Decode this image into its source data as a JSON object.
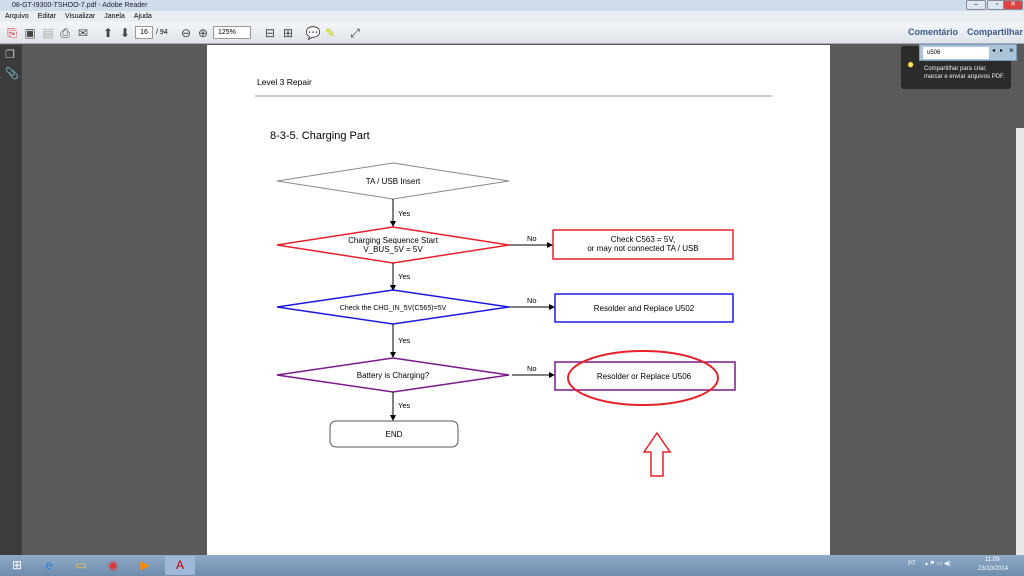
{
  "window": {
    "title": "08-GT-I9300-TSHOO-7.pdf - Adobe Reader",
    "minimize": "–",
    "maximize": "▫",
    "close": "✕"
  },
  "menu": [
    "Arquivo",
    "Editar",
    "Visualizar",
    "Janela",
    "Ajuda"
  ],
  "toolbar": {
    "page": "16",
    "total": "/ 94",
    "zoom": "125%",
    "comment": "Comentário",
    "share": "Compartilhar"
  },
  "find": {
    "value": "u506",
    "close": "×"
  },
  "tip": {
    "text": "Compartilhar para criar, marcar e enviar arquivos PDF."
  },
  "doc": {
    "header": "Level  3  Repair",
    "section": "8-3-5.  Charging  Part",
    "start": "TA  /  USB  Insert",
    "d1a": "Charging  Sequence  Start",
    "d1b": "V_BUS_5V  =  5V",
    "b1a": "Check  C563  =  5V,",
    "b1b": "or may  not  connected  TA  /  USB",
    "d2": "Check  the  CHG_IN_5V(C565)=5V",
    "b2": "Resolder  and  Replace  U502",
    "d3": "Battery  is  Charging?",
    "b3": "Resolder  or  Replace  U506",
    "end": "END",
    "yes": "Yes",
    "no": "No"
  },
  "colors": {
    "red": "#e8202a",
    "blue": "#1a1adf",
    "purple": "#7a1a8a",
    "gray": "#888888"
  },
  "tray": {
    "lang": "PT",
    "time": "11:09",
    "date": "23/10/2014"
  }
}
